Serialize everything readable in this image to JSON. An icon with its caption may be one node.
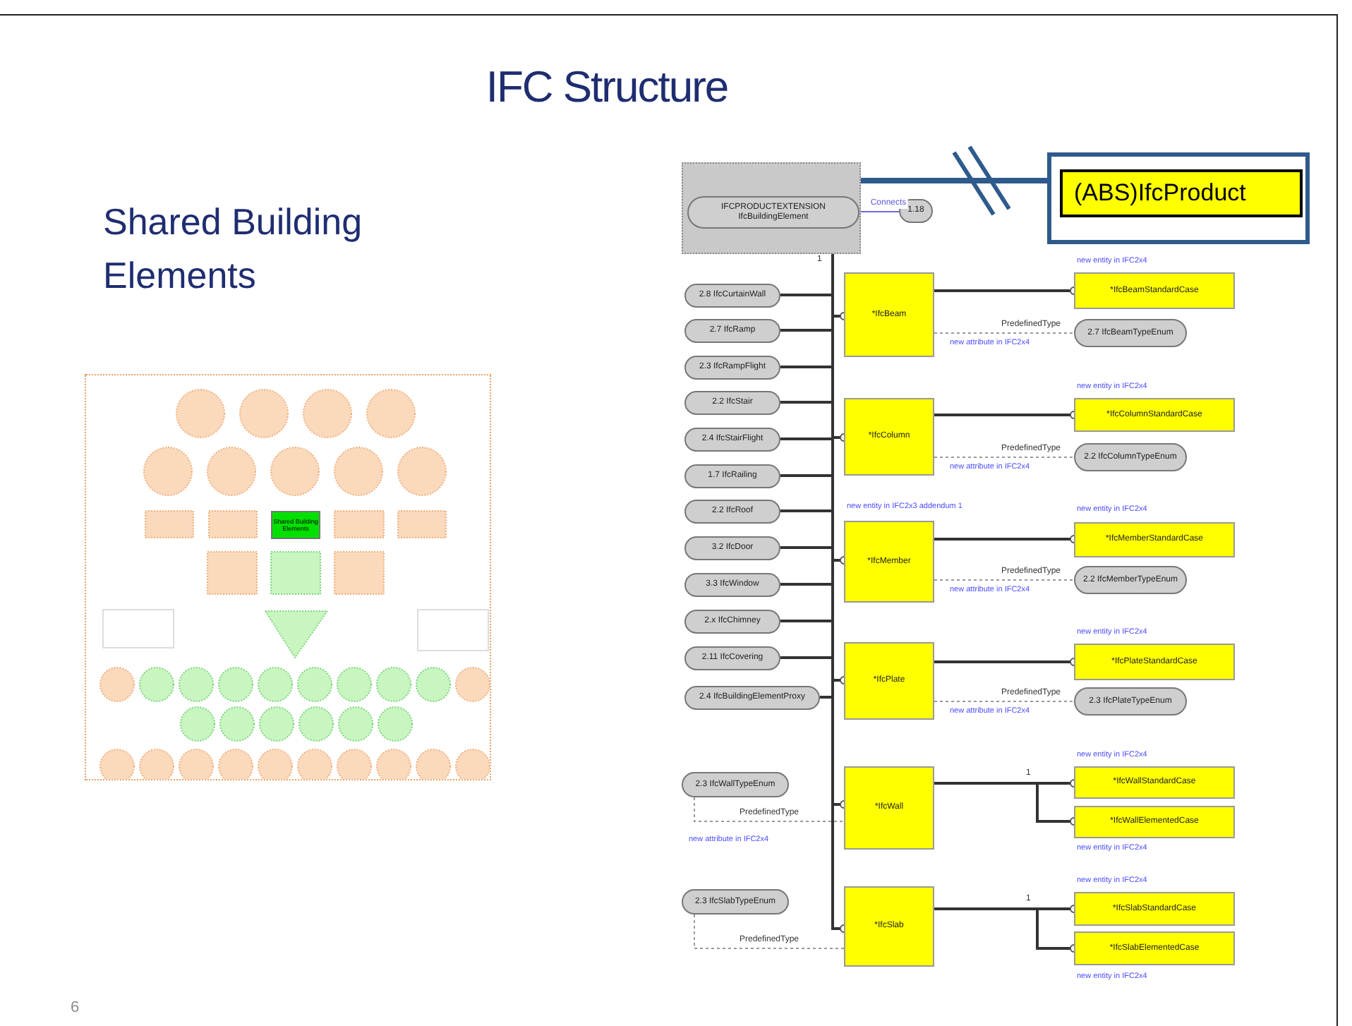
{
  "diagram": {
    "title": "IFC Structure",
    "nodes": [
      {
        "text": [],
        "shape": "box"
      },
      {
        "text": [
          "(ABS)IfcProduct"
        ],
        "in": 0
      },
      {
        "text": [],
        "shape": "box"
      },
      {
        "text": [
          "IFCPRODUCTEXTENSION IfcBuildingElement"
        ],
        "in": 2
      },
      {
        "text": [
          "1.18"
        ]
      },
      {
        "text": [
          "2.8 IfcCurtainWall"
        ]
      },
      {
        "text": [
          "2.7 IfcRamp"
        ]
      },
      {
        "text": [
          "2.3 IfcRampFlight"
        ]
      },
      {
        "text": [
          "2.2 IfcStair"
        ]
      },
      {
        "text": [
          "2.4 IfcStairFlight"
        ]
      },
      {
        "text": [
          "1.7 IfcRailing"
        ]
      },
      {
        "text": [
          "2.2 IfcRoof"
        ]
      },
      {
        "text": [
          "3.2 IfcDoor"
        ]
      },
      {
        "text": [
          "3.3 IfcWindow"
        ]
      },
      {
        "text": [
          "2.x IfcChimney"
        ]
      },
      {
        "text": [
          "2.11 IfcCovering"
        ]
      },
      {
        "text": [
          "2.4 IfcBuildingElementProxy"
        ]
      },
      {
        "text": [
          "*IfcBeam"
        ]
      },
      {
        "text": [
          "*IfcColumn"
        ]
      },
      {
        "text": [
          "*IfcMember"
        ],
        "beside": [
          "new entity in IFC2x3 addendum 1"
        ]
      },
      {
        "text": [
          "*IfcPlate"
        ]
      },
      {
        "text": [
          "*IfcWall"
        ]
      },
      {
        "text": [
          "*IfcSlab"
        ]
      },
      {
        "text": [
          "*IfcBeamStandardCase"
        ],
        "beside": [
          "new entity in IFC2x4"
        ]
      },
      {
        "text": [
          "2.7 IfcBeamTypeEnum"
        ]
      },
      {
        "text": [
          "*IfcColumnStandardCase"
        ],
        "beside": [
          "new entity in IFC2x4"
        ]
      },
      {
        "text": [
          "2.2 IfcColumnTypeEnum"
        ]
      },
      {
        "text": [
          "*IfcMemberStandardCase"
        ],
        "beside": [
          "new entity in IFC2x4"
        ]
      },
      {
        "text": [
          "2.2 IfcMemberTypeEnum"
        ]
      },
      {
        "text": [
          "*IfcPlateStandardCase"
        ],
        "beside": [
          "new entity in IFC2x4"
        ]
      },
      {
        "text": [
          "2.3 IfcPlateTypeEnum"
        ]
      },
      {
        "text": [
          "*IfcWallStandardCase"
        ],
        "beside": [
          "new entity in IFC2x4"
        ]
      },
      {
        "text": [
          "*IfcWallElementedCase"
        ],
        "beside": [
          "new entity in IFC2x4"
        ]
      },
      {
        "text": [
          "*IfcSlabStandardCase"
        ],
        "beside": [
          "new entity in IFC2x4"
        ]
      },
      {
        "text": [
          "*IfcSlabElementedCase"
        ],
        "beside": [
          "new entity in IFC2x4"
        ]
      },
      {
        "text": [
          "2.3 IfcWallTypeEnum"
        ]
      },
      {
        "text": [
          "2.3 IfcSlabTypeEnum"
        ]
      },
      {
        "text": [],
        "shape": "picture"
      },
      {
        "text": [
          "Shared Building Elements"
        ],
        "in": 37
      }
    ],
    "edges": [
      {
        "from": 2,
        "to": 0,
        "arrow": "none",
        "style": "thick",
        "color": "#2e5a8c"
      },
      {
        "from": 3,
        "to": 4,
        "arrow": "none",
        "label": "Connects",
        "color": "#6a6ae0"
      },
      {
        "from": 5,
        "to": 2,
        "arrow": "none"
      },
      {
        "from": 6,
        "to": 2,
        "arrow": "none"
      },
      {
        "from": 7,
        "to": 2,
        "arrow": "none"
      },
      {
        "from": 8,
        "to": 2,
        "arrow": "none"
      },
      {
        "from": 9,
        "to": 2,
        "arrow": "none"
      },
      {
        "from": 10,
        "to": 2,
        "arrow": "none"
      },
      {
        "from": 11,
        "to": 2,
        "arrow": "none"
      },
      {
        "from": 12,
        "to": 2,
        "arrow": "none"
      },
      {
        "from": 13,
        "to": 2,
        "arrow": "none"
      },
      {
        "from": 14,
        "to": 2,
        "arrow": "none"
      },
      {
        "from": 15,
        "to": 2,
        "arrow": "none"
      },
      {
        "from": 16,
        "to": 2,
        "arrow": "none"
      },
      {
        "from": 17,
        "to": 2,
        "arrow": "other"
      },
      {
        "from": 18,
        "to": 2,
        "arrow": "other"
      },
      {
        "from": 19,
        "to": 2,
        "arrow": "other"
      },
      {
        "from": 20,
        "to": 2,
        "arrow": "other"
      },
      {
        "from": 21,
        "to": 2,
        "arrow": "other"
      },
      {
        "from": 22,
        "to": 2,
        "arrow": "other"
      },
      {
        "from": 17,
        "to": 23,
        "arrow": "other"
      },
      {
        "from": 17,
        "to": 24,
        "arrow": "none",
        "label": "PredefinedType",
        "style": "dashed",
        "color": "#9a9a9a"
      },
      {
        "from": 18,
        "to": 25,
        "arrow": "other"
      },
      {
        "from": 18,
        "to": 26,
        "arrow": "none",
        "label": "PredefinedType",
        "style": "dashed",
        "color": "#9a9a9a"
      },
      {
        "from": 19,
        "to": 27,
        "arrow": "other"
      },
      {
        "from": 19,
        "to": 28,
        "arrow": "none",
        "label": "PredefinedType",
        "style": "dashed",
        "color": "#9a9a9a"
      },
      {
        "from": 20,
        "to": 29,
        "arrow": "other"
      },
      {
        "from": 20,
        "to": 30,
        "arrow": "none",
        "label": "PredefinedType",
        "style": "dashed",
        "color": "#9a9a9a"
      },
      {
        "from": 21,
        "to": 31,
        "arrow": "other"
      },
      {
        "from": 21,
        "to": 32,
        "arrow": "other"
      },
      {
        "from": 35,
        "to": 21,
        "arrow": "none",
        "label": "PredefinedType",
        "style": "dashed",
        "color": "#9a9a9a"
      },
      {
        "from": 22,
        "to": 33,
        "arrow": "other"
      },
      {
        "from": 22,
        "to": 34,
        "arrow": "other"
      },
      {
        "from": 36,
        "to": 22,
        "arrow": "none",
        "label": "PredefinedType",
        "style": "dashed",
        "color": "#9a9a9a"
      }
    ],
    "labels": [
      "Shared Building Elements",
      "1",
      "new attribute in IFC2x4",
      "new attribute in IFC2x4",
      "new attribute in IFC2x4",
      "new attribute in IFC2x4",
      "1",
      "new attribute in IFC2x4",
      "1",
      "6"
    ]
  }
}
